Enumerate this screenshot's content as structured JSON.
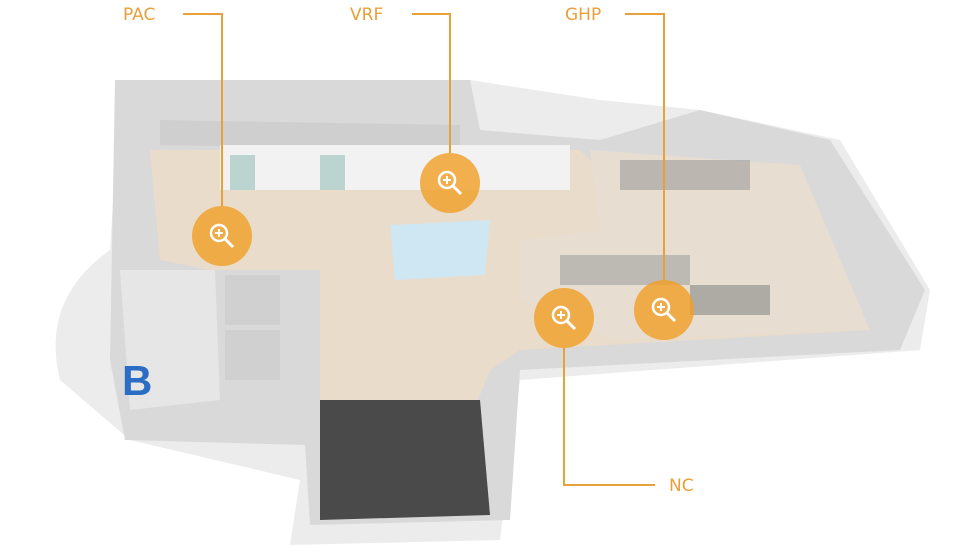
{
  "hotspots": [
    {
      "id": "pac",
      "label": "PAC"
    },
    {
      "id": "vrf",
      "label": "VRF"
    },
    {
      "id": "ghp",
      "label": "GHP"
    },
    {
      "id": "nc",
      "label": "NC"
    }
  ],
  "signage": {
    "logo_letter": "B"
  },
  "colors": {
    "accent": "#e8a03a",
    "hotspot_fill": "#f0a028"
  },
  "icons": {
    "hotspot": "zoom-in-icon"
  }
}
